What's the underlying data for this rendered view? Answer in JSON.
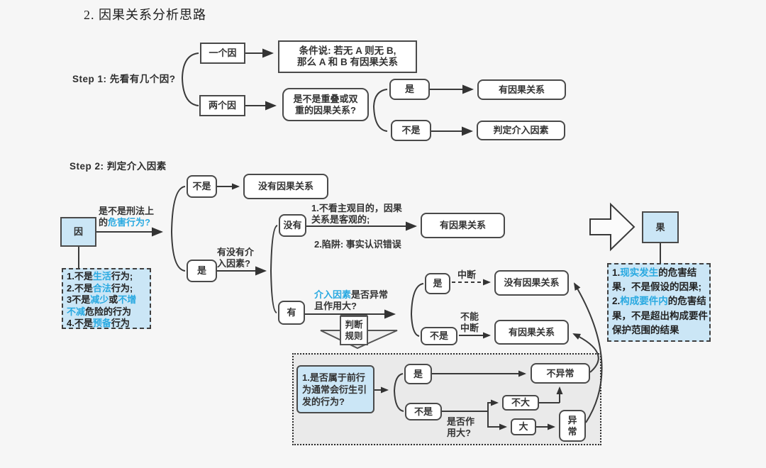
{
  "title": "2. 因果关系分析思路",
  "colors": {
    "accent_blue": "#29a9e1",
    "blue_fill": "#cbe6f6",
    "border": "#4a4a4a",
    "panel_gray": "#eaeaea"
  },
  "step1": {
    "label": "Step 1: 先看有几个因?",
    "one_cause": "一个因",
    "two_cause": "两个因",
    "condition_l1": "条件说: 若无 A 则无 B,",
    "condition_l2": "那么 A 和 B 有因果关系",
    "overlap_l1": "是不是重叠或双",
    "overlap_l2": "重的因果关系?",
    "yes": "是",
    "no": "不是",
    "result_yes": "有因果关系",
    "result_no": "判定介入因素"
  },
  "step2": {
    "label": "Step 2: 判定介入因素",
    "cause": "因",
    "effect": "果",
    "q_criminal_l1": "是不是刑法上",
    "q_criminal_l2a": "的",
    "q_criminal_l2b": "危害行为?",
    "no": "不是",
    "no_result": "没有因果关系",
    "yes": "是",
    "q_intervene_l1": "有没有介",
    "q_intervene_l2": "入因素?",
    "none": "没有",
    "have": "有",
    "objective_l1": "1.不看主观目的，因果",
    "objective_l2": "关系是客观的;",
    "trap": "2.陷阱: 事实认识错误",
    "objective_result": "有因果关系",
    "q_abnormal_a": "介入因素",
    "q_abnormal_b": "是否异常",
    "q_abnormal_l2": "且作用大?",
    "int_yes": "是",
    "int_no": "不是",
    "interrupt": "中断",
    "no_interrupt_l1": "不能",
    "no_interrupt_l2": "中断",
    "result_break": "没有因果关系",
    "result_keep": "有因果关系",
    "judge_rule_l1": "判断",
    "judge_rule_l2": "规则"
  },
  "panel": {
    "q_derive_l1": "1.是否属于前行",
    "q_derive_l2": "为通常会衍生引",
    "q_derive_l3": "发的行为?",
    "yes": "是",
    "no": "不是",
    "q_big_l1": "是否作",
    "q_big_l2": "用大?",
    "not_big": "不大",
    "big": "大",
    "normal": "不异常",
    "abnormal_l1": "异",
    "abnormal_l2": "常"
  },
  "cause_note": {
    "l1a": "1.不是",
    "l1b": "生活",
    "l1c": "行为;",
    "l2a": "2.不是",
    "l2b": "合法",
    "l2c": "行为;",
    "l3a": "3不是",
    "l3b": "减少",
    "l3c": "或",
    "l3d": "不增",
    "l4a": "不减",
    "l4b": "危险的行为",
    "l5a": "4.不是",
    "l5b": "预备",
    "l5c": "行为"
  },
  "effect_note": {
    "l1a": "1.",
    "l1b": "现实发生",
    "l1c": "的危害结",
    "l2": "果，不是假设的因果;",
    "l3a": "2.",
    "l3b": "构成要件内",
    "l3c": "的危害结",
    "l4": "果，不是超出构成要件",
    "l5": "保护范围的结果"
  }
}
